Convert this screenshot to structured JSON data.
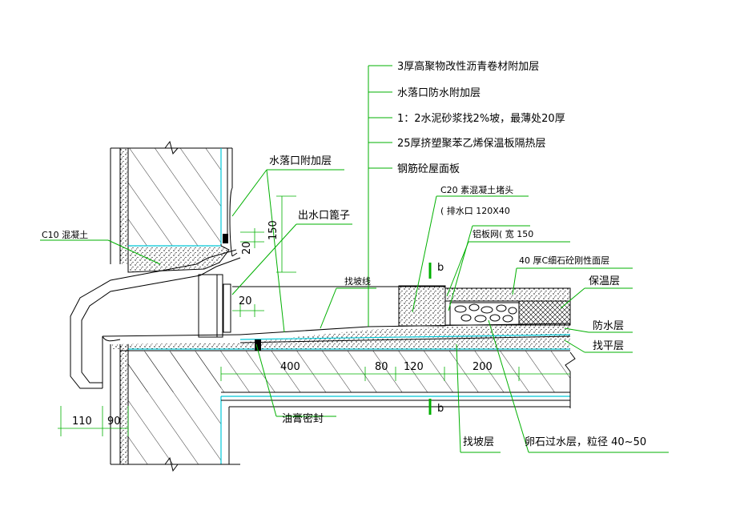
{
  "colors": {
    "background": "#ffffff",
    "outline": "#000000",
    "leader": "#00b000",
    "membrane": "#00c8d8"
  },
  "labels": {
    "layer_stack": [
      "3厚高聚物改性沥青卷材附加层",
      "水落口防水附加层",
      "1：2水泥砂浆找2%坡，最薄处20厚",
      "25厚挤塑聚苯乙烯保温板隔热层",
      "钢筋砼屋面板"
    ],
    "outlet_extra_layer": "水落口附加层",
    "outlet_pipe": "出水口篦子",
    "c10_concrete": "C10  混凝土",
    "slope_line": "找坡线",
    "c20_concrete_cap": "C20  素混凝土堵头",
    "drain_outlet": "( 排水口   120X40",
    "aluminum_mesh": "铝板网( 宽  150",
    "rigid_surface": "40 厚C细石砼刚性面层",
    "insulation": "保温层",
    "waterproof": "防水层",
    "leveling": "找平层",
    "asphalt_seal": "油膏密封",
    "slope_layer": "找坡层",
    "pebble_filter": "卵石过水层，粒径 40~50",
    "section_mark_top": "b",
    "section_mark_bottom": "b"
  },
  "dimensions": {
    "d150": "150",
    "d20_vertical": "20",
    "d20_horizontal": "20",
    "d400": "400",
    "d80": "80",
    "d120": "120",
    "d200": "200",
    "d110": "110",
    "d90": "90"
  }
}
